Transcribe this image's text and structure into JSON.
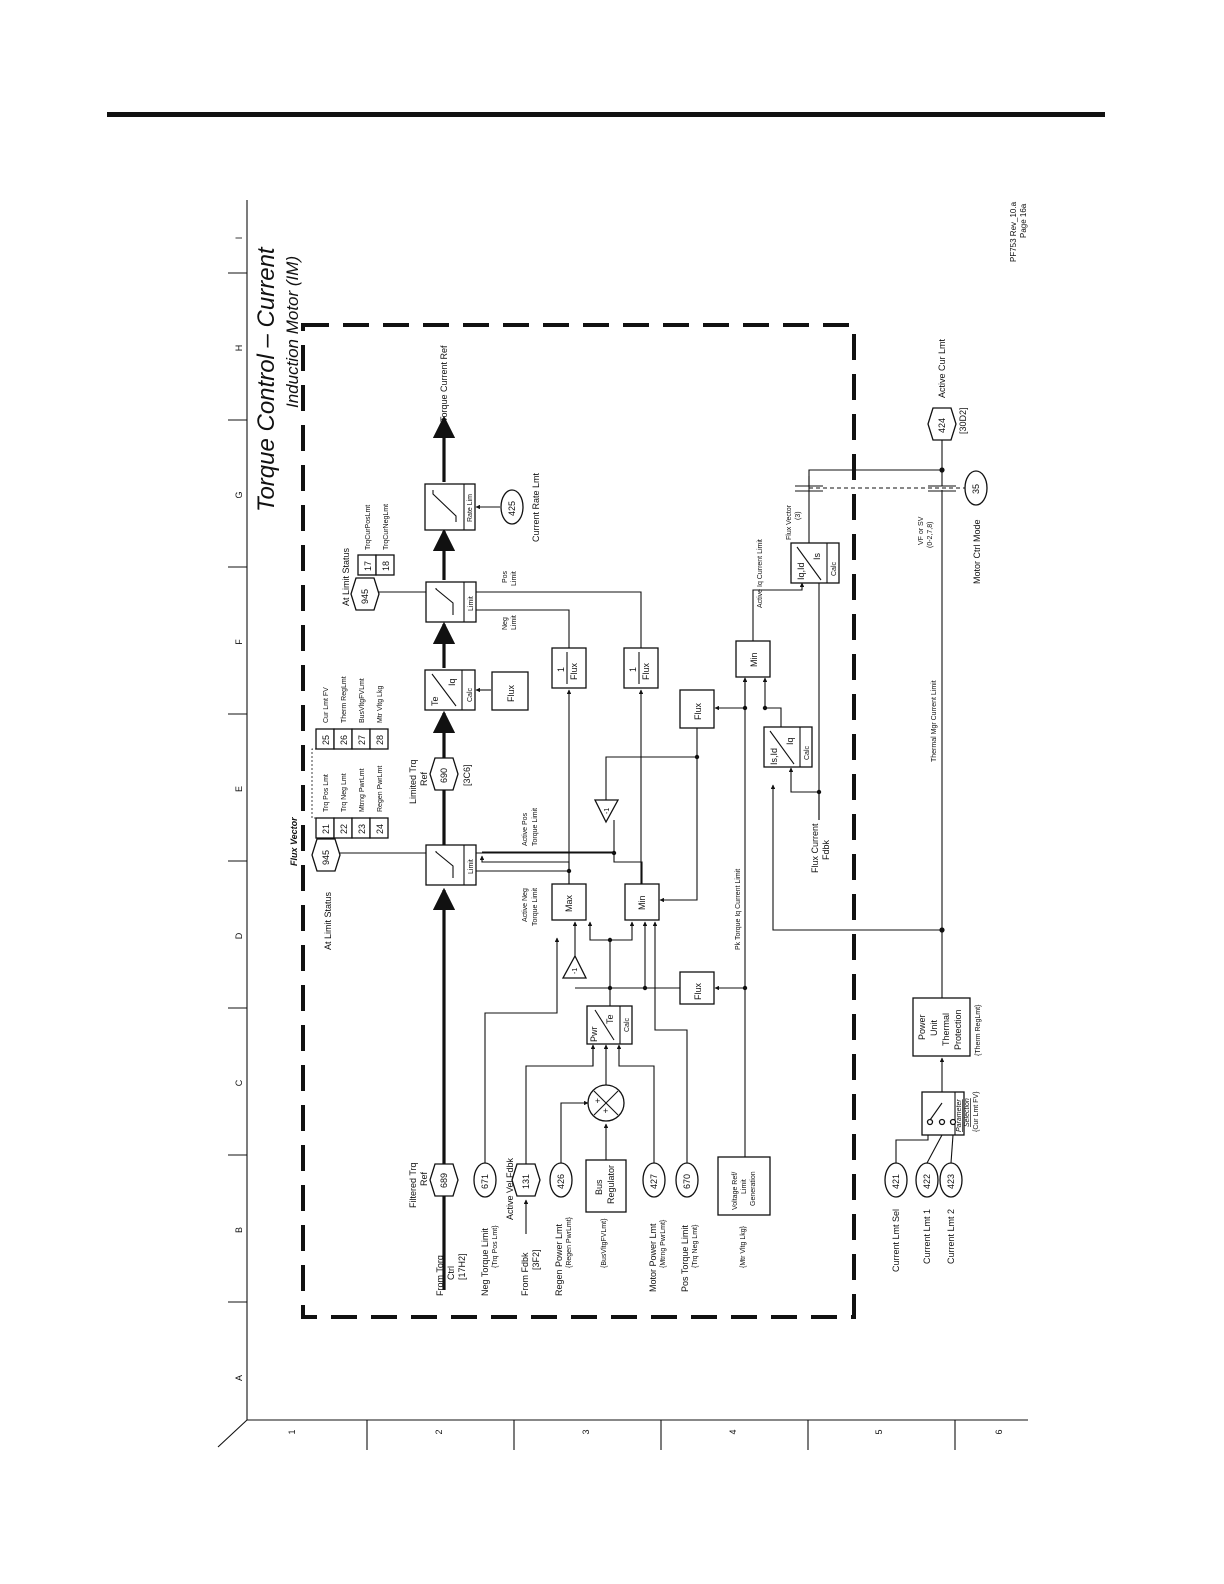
{
  "title": "Torque Control – Current",
  "subtitle": "Induction Motor (IM)",
  "revision": "PF753 Rev_10.a",
  "page_ref": "Page 16a",
  "grid": {
    "cols": [
      "A",
      "B",
      "C",
      "D",
      "E",
      "F",
      "G",
      "H",
      "I"
    ],
    "rows": [
      "1",
      "2",
      "3",
      "4",
      "5",
      "6"
    ]
  },
  "section_label": "Flux Vector",
  "inputs": {
    "from_torq": [
      "From Torq",
      "Ctrl",
      "[17H2]"
    ],
    "filtered": {
      "label": [
        "Filtered Trq",
        "Ref"
      ],
      "param": "689"
    },
    "neg_torque": {
      "label": "Neg Torque Limit",
      "sub": "{Trq Pos Lmt}",
      "param": "671"
    },
    "from_fdbk": {
      "label": [
        "From Fdbk",
        "[3F2]"
      ]
    },
    "active_vel": {
      "label": "Active Vel Fdbk",
      "param": "131"
    },
    "regen": {
      "label": "Regen Power Lmt",
      "sub": "{Regen PwrLmt}",
      "param": "426"
    },
    "bus_vltg": "{BusVltgFVLmt}",
    "motor_pwr": {
      "label": "Motor Power Lmt",
      "sub": "{Mtrng PwrLmt}",
      "param": "427"
    },
    "pos_torque": {
      "label": "Pos Torque Limit",
      "sub": "{Trq Neg Lmt}",
      "param": "670"
    },
    "mtr_vltg": "{Mtr Vltg Lkg}",
    "cur_sel": {
      "label": "Current Lmt Sel",
      "param": "421"
    },
    "cur_lmt1": {
      "label": "Current Lmt 1",
      "param": "422"
    },
    "cur_lmt2": {
      "label": "Current Lmt 2",
      "param": "423"
    }
  },
  "blocks": {
    "bus_regulator": [
      "Bus",
      "Regulator"
    ],
    "voltage_ref": [
      "Voltage Ref/",
      "Limit",
      "Generation"
    ],
    "pwr": "Pwr",
    "te": "Te",
    "calc": "Calc",
    "iq": "Iq",
    "is_id": "Is,Id",
    "iq_id": "Iq,Id",
    "is": "Is",
    "max": "Max",
    "min": "Min",
    "limit": "Limit",
    "flux": "Flux",
    "one": "1",
    "neg_one": "-1",
    "rate_lim": "Rate Lim",
    "thermal": [
      "Power",
      "Unit",
      "Thermal",
      "Protection"
    ],
    "thermal_sub": "{Therm RegLmt}",
    "param_sel": [
      "Parameter",
      "Selection"
    ],
    "param_sel_sub": "{Cur Lmt FV}",
    "plus": "+"
  },
  "labels": {
    "at_limit_status": "At Limit Status",
    "limited": [
      "Limited Trq",
      "Ref"
    ],
    "limited_param": "690",
    "limited_ref": "[3C6]",
    "status_param": "945",
    "active_neg": [
      "Active Neg",
      "Torque Limit"
    ],
    "active_pos": [
      "Active Pos",
      "Torque Limit"
    ],
    "pk_torque": "Pk Torque Iq Current Limit",
    "neg_limit": [
      "Neg",
      "Limit"
    ],
    "pos_limit": [
      "Pos",
      "Limit"
    ],
    "flux_fdbk": [
      "Flux Current",
      "Fdbk"
    ],
    "active_iq": "Active Iq Current Limit",
    "flux_vector3": [
      "Flux Vector",
      "(3)"
    ],
    "vf_sv": [
      "VF or SV",
      "(0-2,7,8)"
    ],
    "thermal_mgr": "Thermal Mgr Current Limit",
    "torque_cur_ref": "Torque Current Ref",
    "current_rate": "Current Rate Lmt",
    "current_rate_param": "425",
    "active_cur": "Active Cur Lmt",
    "active_cur_param": "424",
    "active_cur_ref": "[30D2]",
    "motor_ctrl": "Motor Ctrl Mode",
    "motor_ctrl_param": "35"
  },
  "bits_left": [
    {
      "n": "21",
      "name": "Trq Pos Lmt"
    },
    {
      "n": "22",
      "name": "Trq Neg Lmt"
    },
    {
      "n": "23",
      "name": "Mtrng PwrLmt"
    },
    {
      "n": "24",
      "name": "Regen PwrLmt"
    }
  ],
  "bits_right": [
    {
      "n": "25",
      "name": "Cur Lmt FV"
    },
    {
      "n": "26",
      "name": "Therm RegLmt"
    },
    {
      "n": "27",
      "name": "BusVltgFVLmt"
    },
    {
      "n": "28",
      "name": "Mtr Vltg Lkg"
    }
  ],
  "bits_top": [
    {
      "n": "17",
      "name": "TrqCurPosLmt"
    },
    {
      "n": "18",
      "name": "TrqCurNegLmt"
    }
  ]
}
